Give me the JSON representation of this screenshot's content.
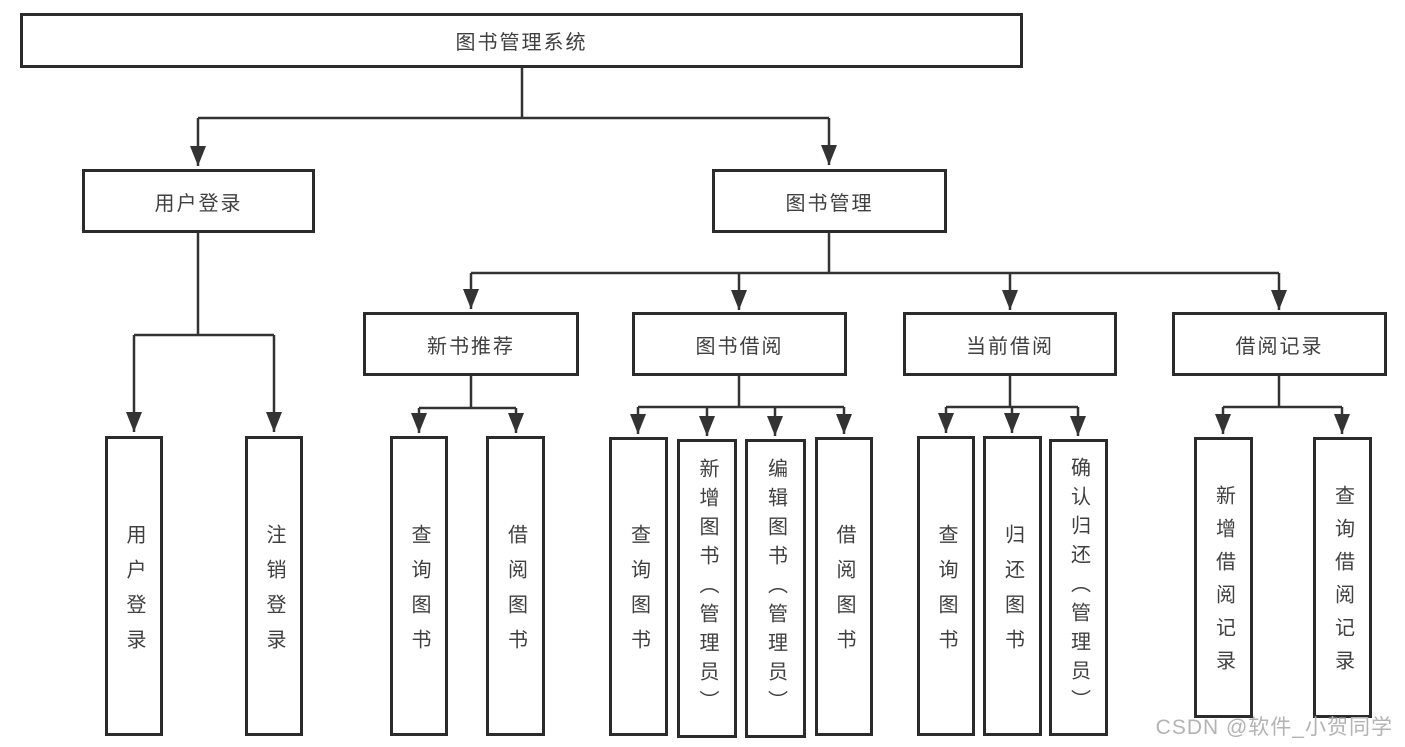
{
  "diagram_title": "图书管理系统",
  "tree": {
    "label": "图书管理系统",
    "children": [
      {
        "label": "用户登录",
        "children": [
          {
            "label": "用户登录"
          },
          {
            "label": "注销登录"
          }
        ]
      },
      {
        "label": "图书管理",
        "children": [
          {
            "label": "新书推荐",
            "children": [
              {
                "label": "查询图书"
              },
              {
                "label": "借阅图书"
              }
            ]
          },
          {
            "label": "图书借阅",
            "children": [
              {
                "label": "查询图书"
              },
              {
                "label": "新增图书（管理员）"
              },
              {
                "label": "编辑图书（管理员）"
              },
              {
                "label": "借阅图书"
              }
            ]
          },
          {
            "label": "当前借阅",
            "children": [
              {
                "label": "查询图书"
              },
              {
                "label": "归还图书"
              },
              {
                "label": "确认归还（管理员）"
              }
            ]
          },
          {
            "label": "借阅记录",
            "children": [
              {
                "label": "新增借阅记录"
              },
              {
                "label": "查询借阅记录"
              }
            ]
          }
        ]
      }
    ]
  },
  "watermark": "CSDN @软件_小贺同学",
  "colors": {
    "line": "#333333",
    "box_border": "#2b2b2b",
    "text": "#404040",
    "watermark": "#b3b3b3",
    "background": "#ffffff"
  }
}
